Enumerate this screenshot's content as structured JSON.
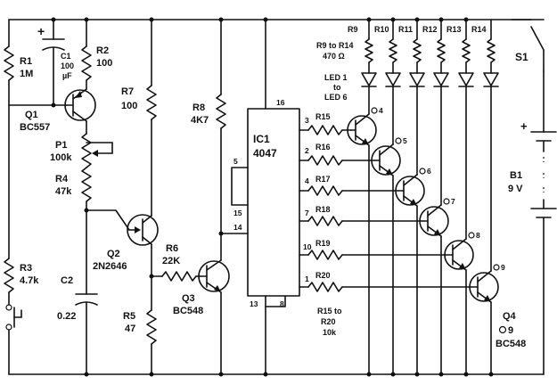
{
  "labels": {
    "r1": "R1",
    "r1_val": "1M",
    "c1_plus": "+",
    "c1": "C1",
    "c1_val1": "100",
    "c1_val2": "µF",
    "r2": "R2",
    "r2_val": "100",
    "q1": "Q1",
    "q1_part": "BC557",
    "p1": "P1",
    "p1_val": "100k",
    "r4": "R4",
    "r4_val": "47k",
    "r7": "R7",
    "r7_val": "100",
    "r8": "R8",
    "r8_val": "4K7",
    "q2": "Q2",
    "q2_part": "2N2646",
    "r6": "R6",
    "r6_val": "22K",
    "q3": "Q3",
    "q3_part": "BC548",
    "r3": "R3",
    "r3_val": "4.7k",
    "c2": "C2",
    "c2_val": "0.22",
    "r5": "R5",
    "r5_val": "47",
    "ic1": "IC1",
    "ic1_part": "4047",
    "pin16": "16",
    "pin5": "5",
    "pin15": "15",
    "pin14": "14",
    "pin13": "13",
    "pin8": "8",
    "pin3": "3",
    "pin2": "2",
    "pin4": "4",
    "pin7": "7",
    "pin10": "10",
    "pin1": "1",
    "r15": "R15",
    "r16": "R16",
    "r17": "R17",
    "r18": "R18",
    "r19": "R19",
    "r20": "R20",
    "r9": "R9",
    "r10": "R10",
    "r11": "R11",
    "r12": "R12",
    "r13": "R13",
    "r14": "R14",
    "r9r14_note1": "R9 to R14",
    "r9r14_note2": "470 Ω",
    "led_note1": "LED 1",
    "led_note2": "to",
    "led_note3": "LED 6",
    "q_4": "4",
    "q_5": "5",
    "q_6": "6",
    "q_7": "7",
    "q_8": "8",
    "q_9": "9",
    "r15r20_note1": "R15 to",
    "r15r20_note2": "R20",
    "r15r20_note3": "10k",
    "q4": "Q4",
    "q4_num": "9",
    "q4_part": "BC548",
    "s1": "S1",
    "b1_plus": "+",
    "b1": "B1",
    "b1_val": "9 V"
  }
}
